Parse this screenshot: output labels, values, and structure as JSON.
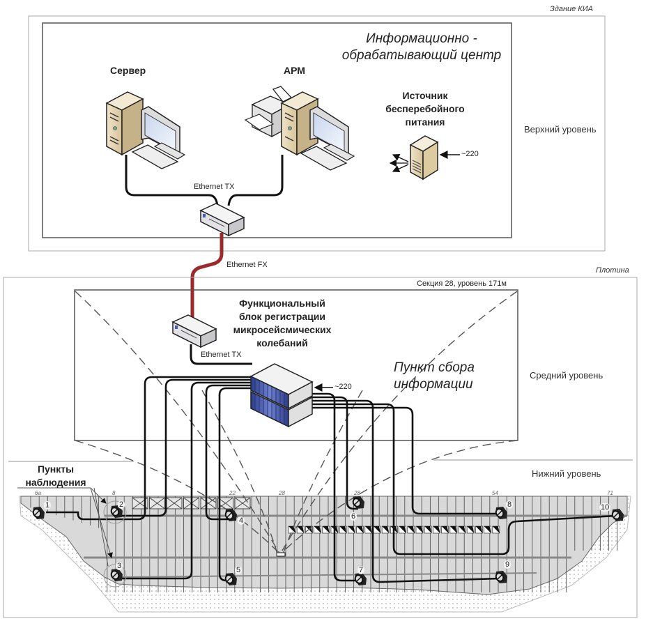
{
  "building": {
    "label": "Здание КИА",
    "center_title": "Информационно - обрабатывающий центр",
    "center_title_lines": [
      "Информационно -",
      "обрабатывающий центр"
    ],
    "level_label": "Верхний уровень",
    "server_label": "Сервер",
    "arm_label": "АРМ",
    "ups_label_lines": [
      "Источник",
      "бесперебойного",
      "питания"
    ],
    "ups_power": "~220",
    "ethernet_tx": "Ethernet TX"
  },
  "link": {
    "ethernet_fx": "Ethernet FX",
    "color": "#9b2a2a"
  },
  "dam": {
    "label": "Плотина",
    "section_label": "Секция 28, уровень 171м",
    "block_label_lines": [
      "Функциональный",
      "блок регистрации",
      "микросейсмических",
      "колебаний"
    ],
    "ethernet_tx": "Ethernet TX",
    "collection_title_lines": [
      "Пункт сбора",
      "информации"
    ],
    "collection_power": "~220",
    "middle_level_label": "Средний уровень",
    "lower_level_label": "Нижний уровень",
    "observation_label_lines": [
      "Пункты",
      "наблюдения"
    ],
    "section_numbers": [
      "6а",
      "8",
      "22",
      "28",
      "28",
      "54",
      "71"
    ],
    "sensors": [
      "1",
      "2",
      "3",
      "4",
      "5",
      "6",
      "7",
      "8",
      "9",
      "10"
    ],
    "storage_color": "#3a4f9e"
  }
}
